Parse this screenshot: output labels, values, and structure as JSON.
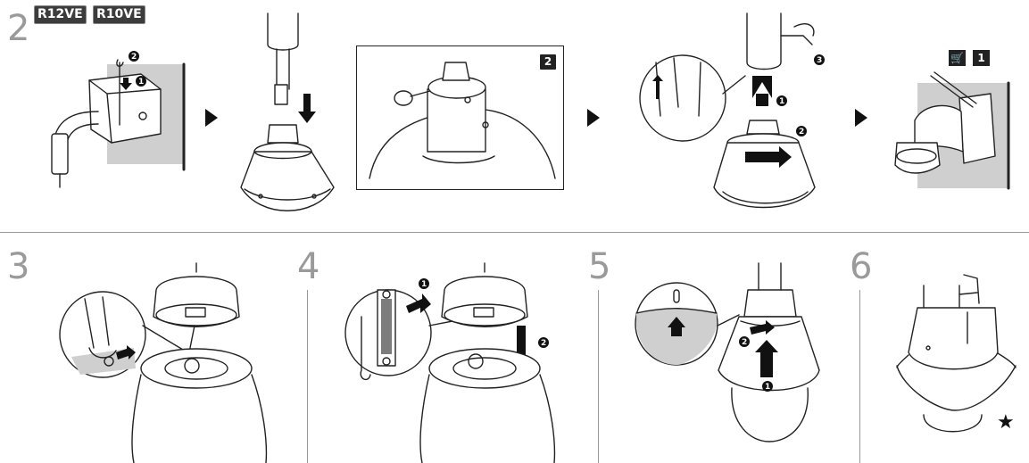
{
  "steps": {
    "s2": {
      "number": "2",
      "badges": [
        "R12VE",
        "R10VE"
      ]
    },
    "s3": {
      "number": "3"
    },
    "s4": {
      "number": "4"
    },
    "s5": {
      "number": "5"
    },
    "s6": {
      "number": "6"
    }
  },
  "callouts": {
    "one": "1",
    "two": "2",
    "three": "3"
  },
  "notes": {
    "detail_ref": "2",
    "mount_ref": "1"
  },
  "icons": [
    "arrow-right-icon",
    "cart-icon",
    "note-icon",
    "star-icon",
    "rotate-icon"
  ],
  "colors": {
    "line": "#222222",
    "fill_gray": "#cfcfcf",
    "step_number": "#9a9a9a"
  }
}
